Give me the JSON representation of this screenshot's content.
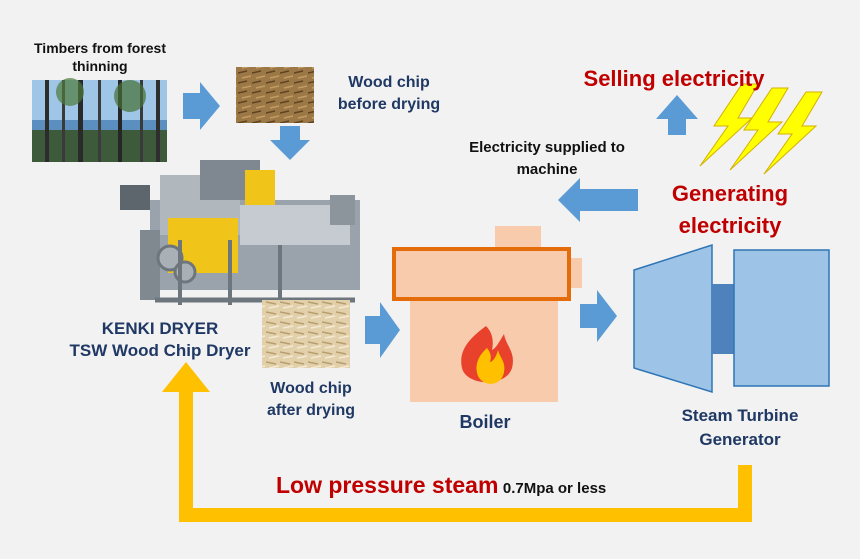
{
  "labels": {
    "timbers": "Timbers from forest thinning",
    "wood_chip_before": "Wood chip before drying",
    "dryer_name_1": "KENKI DRYER",
    "dryer_name_2": "TSW Wood Chip Dryer",
    "wood_chip_after": "Wood chip after drying",
    "boiler": "Boiler",
    "turbine_1": "Steam Turbine",
    "turbine_2": "Generator",
    "selling": "Selling electricity",
    "electricity_supplied": "Electricity supplied to machine",
    "generating": "Generating electricity",
    "steam_main": "Low pressure steam",
    "steam_spec": "0.7Mpa or less"
  },
  "colors": {
    "arrow_blue": "#5b9bd5",
    "steam_yellow": "#ffc000",
    "boiler_fill": "#f8cbad",
    "boiler_outline": "#e46c0a",
    "turbine_fill": "#9dc3e6",
    "turbine_shaft": "#4f81bd",
    "lightning": "#ffff00",
    "navy_text": "#1f3864",
    "red_text": "#c00000"
  }
}
